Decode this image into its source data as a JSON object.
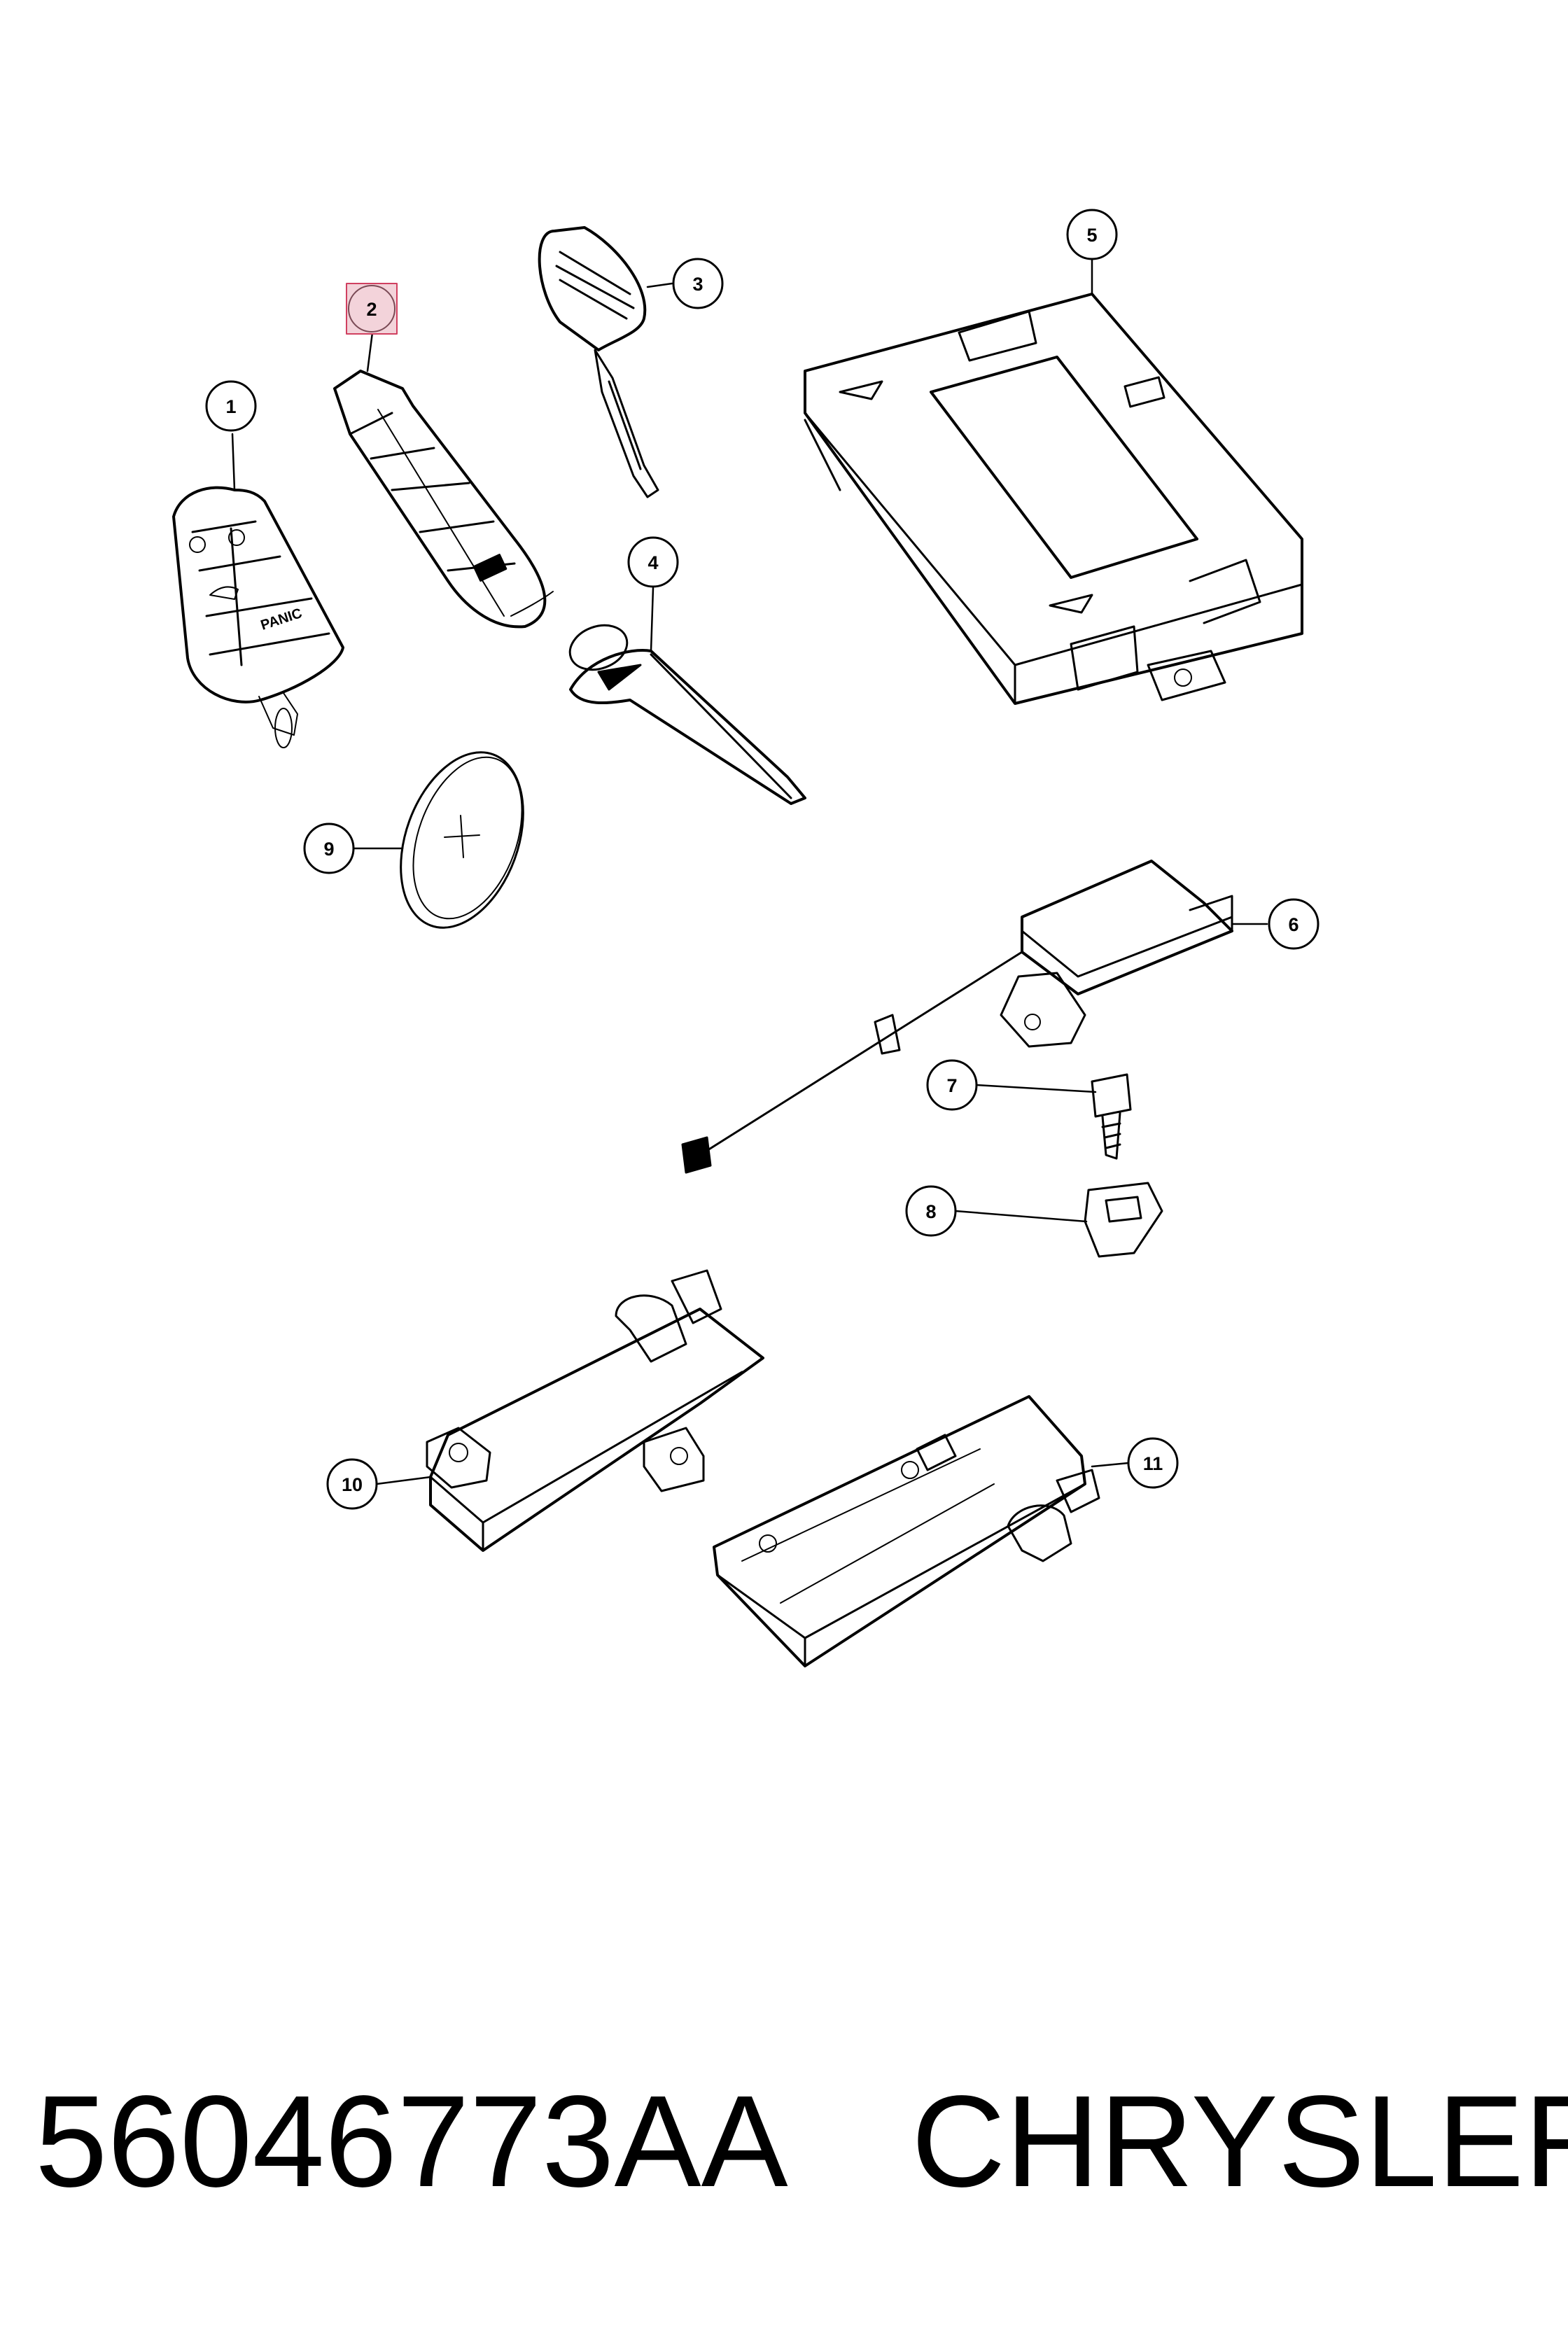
{
  "diagram": {
    "callouts": [
      {
        "id": "1",
        "label": "1"
      },
      {
        "id": "2",
        "label": "2",
        "highlighted": true
      },
      {
        "id": "3",
        "label": "3"
      },
      {
        "id": "4",
        "label": "4"
      },
      {
        "id": "5",
        "label": "5"
      },
      {
        "id": "6",
        "label": "6"
      },
      {
        "id": "7",
        "label": "7"
      },
      {
        "id": "8",
        "label": "8"
      },
      {
        "id": "9",
        "label": "9"
      },
      {
        "id": "10",
        "label": "10"
      },
      {
        "id": "11",
        "label": "11"
      }
    ],
    "fob_button_text": "PANIC",
    "highlight_color": "#f3d3da",
    "highlight_border": "#d04060"
  },
  "footer": {
    "part_number": "56046773AA",
    "brand": "CHRYSLER"
  }
}
